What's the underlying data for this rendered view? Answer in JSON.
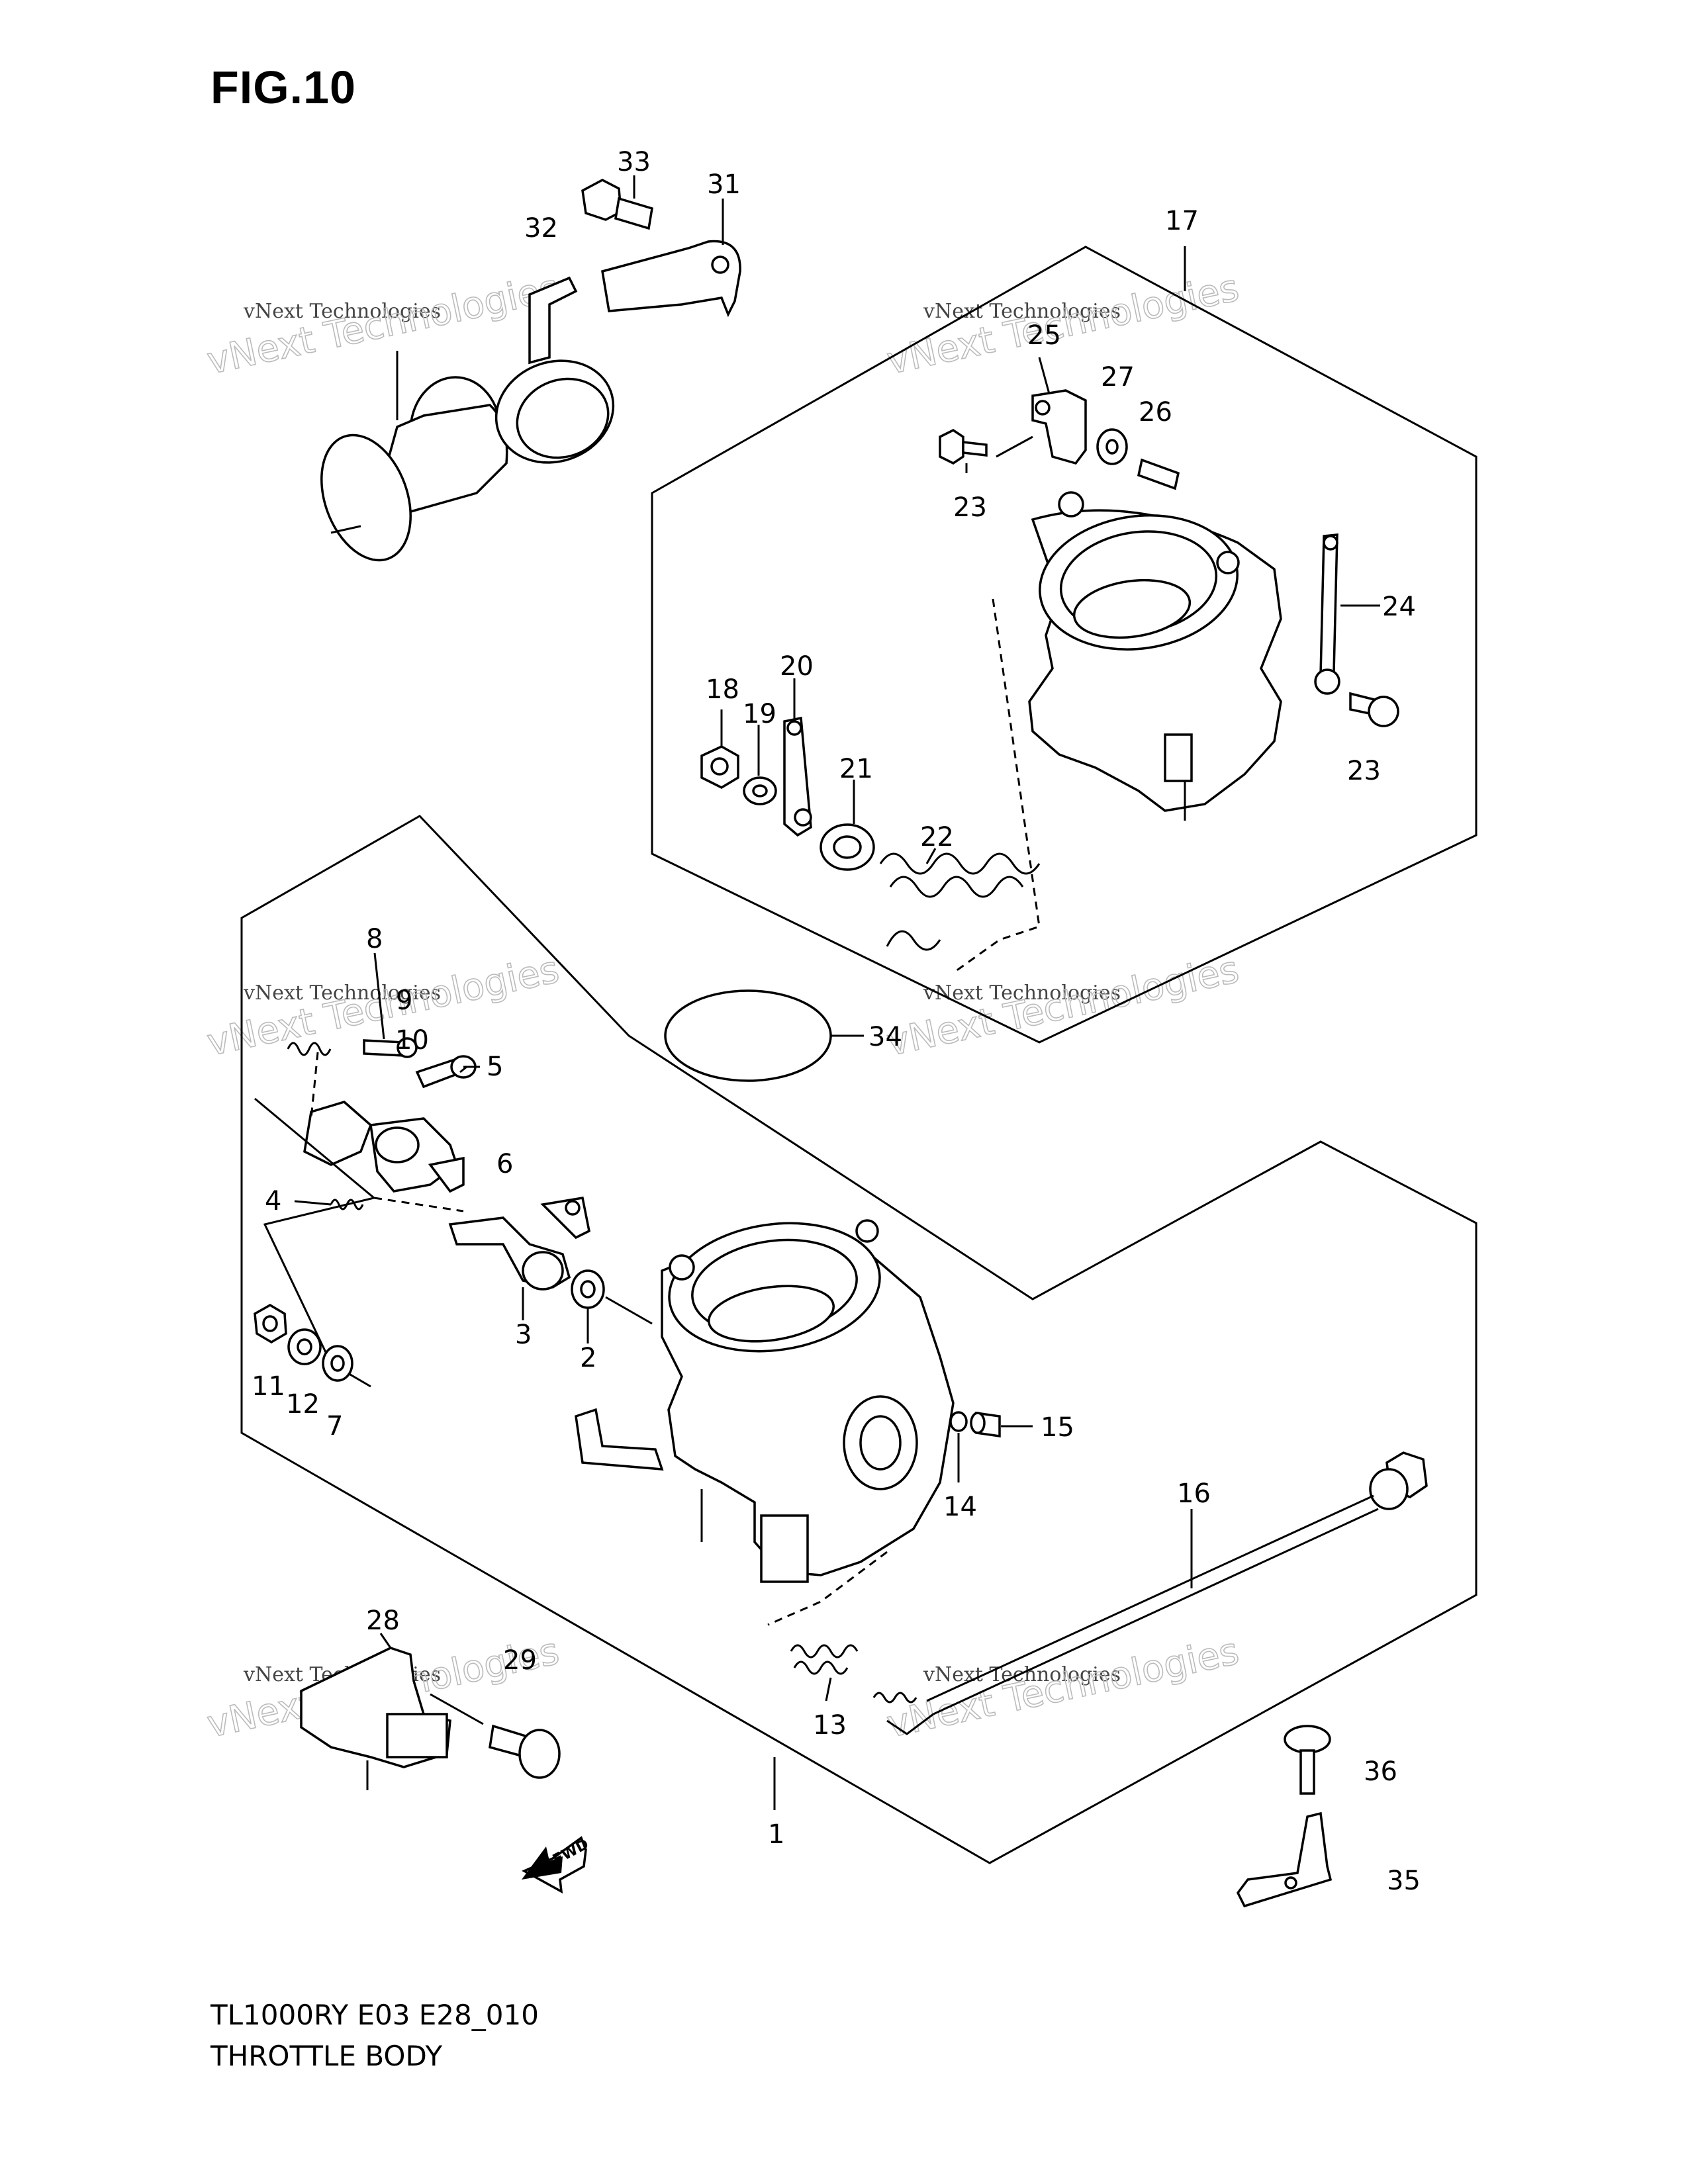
{
  "figure": {
    "title": "FIG.10"
  },
  "footer": {
    "model_code": "TL1000RY E03 E28_010",
    "part_name": "THROTTLE BODY"
  },
  "watermark": {
    "small_text": "vNext Technologies",
    "big_text": "vNext Technologies"
  },
  "fwd_label": "FWD",
  "callouts": [
    {
      "id": "33",
      "text": "33"
    },
    {
      "id": "31",
      "text": "31"
    },
    {
      "id": "32",
      "text": "32"
    },
    {
      "id": "17",
      "text": "17"
    },
    {
      "id": "25",
      "text": "25"
    },
    {
      "id": "27",
      "text": "27"
    },
    {
      "id": "26",
      "text": "26"
    },
    {
      "id": "23a",
      "text": "23"
    },
    {
      "id": "24",
      "text": "24"
    },
    {
      "id": "23b",
      "text": "23"
    },
    {
      "id": "18",
      "text": "18"
    },
    {
      "id": "19",
      "text": "19"
    },
    {
      "id": "20",
      "text": "20"
    },
    {
      "id": "21",
      "text": "21"
    },
    {
      "id": "22",
      "text": "22"
    },
    {
      "id": "34",
      "text": "34"
    },
    {
      "id": "8",
      "text": "8"
    },
    {
      "id": "9",
      "text": "9"
    },
    {
      "id": "10",
      "text": "10"
    },
    {
      "id": "5",
      "text": "5"
    },
    {
      "id": "6",
      "text": "6"
    },
    {
      "id": "4",
      "text": "4"
    },
    {
      "id": "3",
      "text": "3"
    },
    {
      "id": "2",
      "text": "2"
    },
    {
      "id": "11",
      "text": "11"
    },
    {
      "id": "12",
      "text": "12"
    },
    {
      "id": "7",
      "text": "7"
    },
    {
      "id": "15",
      "text": "15"
    },
    {
      "id": "14",
      "text": "14"
    },
    {
      "id": "16",
      "text": "16"
    },
    {
      "id": "28",
      "text": "28"
    },
    {
      "id": "29",
      "text": "29"
    },
    {
      "id": "13",
      "text": "13"
    },
    {
      "id": "1",
      "text": "1"
    },
    {
      "id": "36",
      "text": "36"
    },
    {
      "id": "35",
      "text": "35"
    }
  ]
}
